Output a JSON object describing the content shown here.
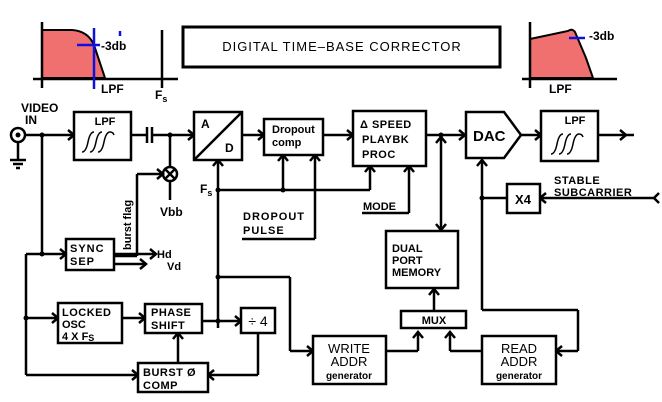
{
  "title": "DIGITAL TIME–BASE CORRECTOR",
  "colors": {
    "filter_fill": "#f07070",
    "marker": "#1010dd",
    "line": "#000000",
    "background": "#ffffff"
  },
  "insets": {
    "left": {
      "label": "LPF",
      "db_label": "-3db",
      "fs_label": "F",
      "fs_sub": "s"
    },
    "right": {
      "label": "LPF",
      "db_label": "-3db"
    }
  },
  "inputs": {
    "video_in": [
      "VIDEO",
      "IN"
    ],
    "vbb": "Vbb",
    "burst_flag": "burst flag",
    "fs": "F",
    "fs_sub": "s",
    "dropout_pulse": [
      "DROPOUT",
      "PULSE"
    ],
    "mode": "MODE",
    "stable_subcarrier": [
      "STABLE",
      "SUBCARRIER"
    ],
    "hd": "Hd",
    "vd": "Vd"
  },
  "blocks": {
    "lpf_in": "LPF",
    "ad": {
      "a": "A",
      "d": "D"
    },
    "dropout": [
      "Dropout",
      "comp"
    ],
    "speed": [
      "Δ SPEED",
      "PLAYBK",
      "PROC"
    ],
    "dac": "DAC",
    "lpf_out": "LPF",
    "x4": "X4",
    "sync": [
      "SYNC",
      "SEP"
    ],
    "dual_port": [
      "DUAL",
      "PORT",
      "MEMORY"
    ],
    "mux": "MUX",
    "locked_osc": [
      "LOCKED",
      "OSC",
      "4 X F",
      "S"
    ],
    "phase_shift": [
      "PHASE",
      "SHIFT"
    ],
    "div4": "÷ 4",
    "burst_comp": [
      "BURST Ø",
      "COMP"
    ],
    "write_addr": [
      "WRITE",
      "ADDR",
      "generator"
    ],
    "read_addr": [
      "READ",
      "ADDR",
      "generator"
    ]
  }
}
